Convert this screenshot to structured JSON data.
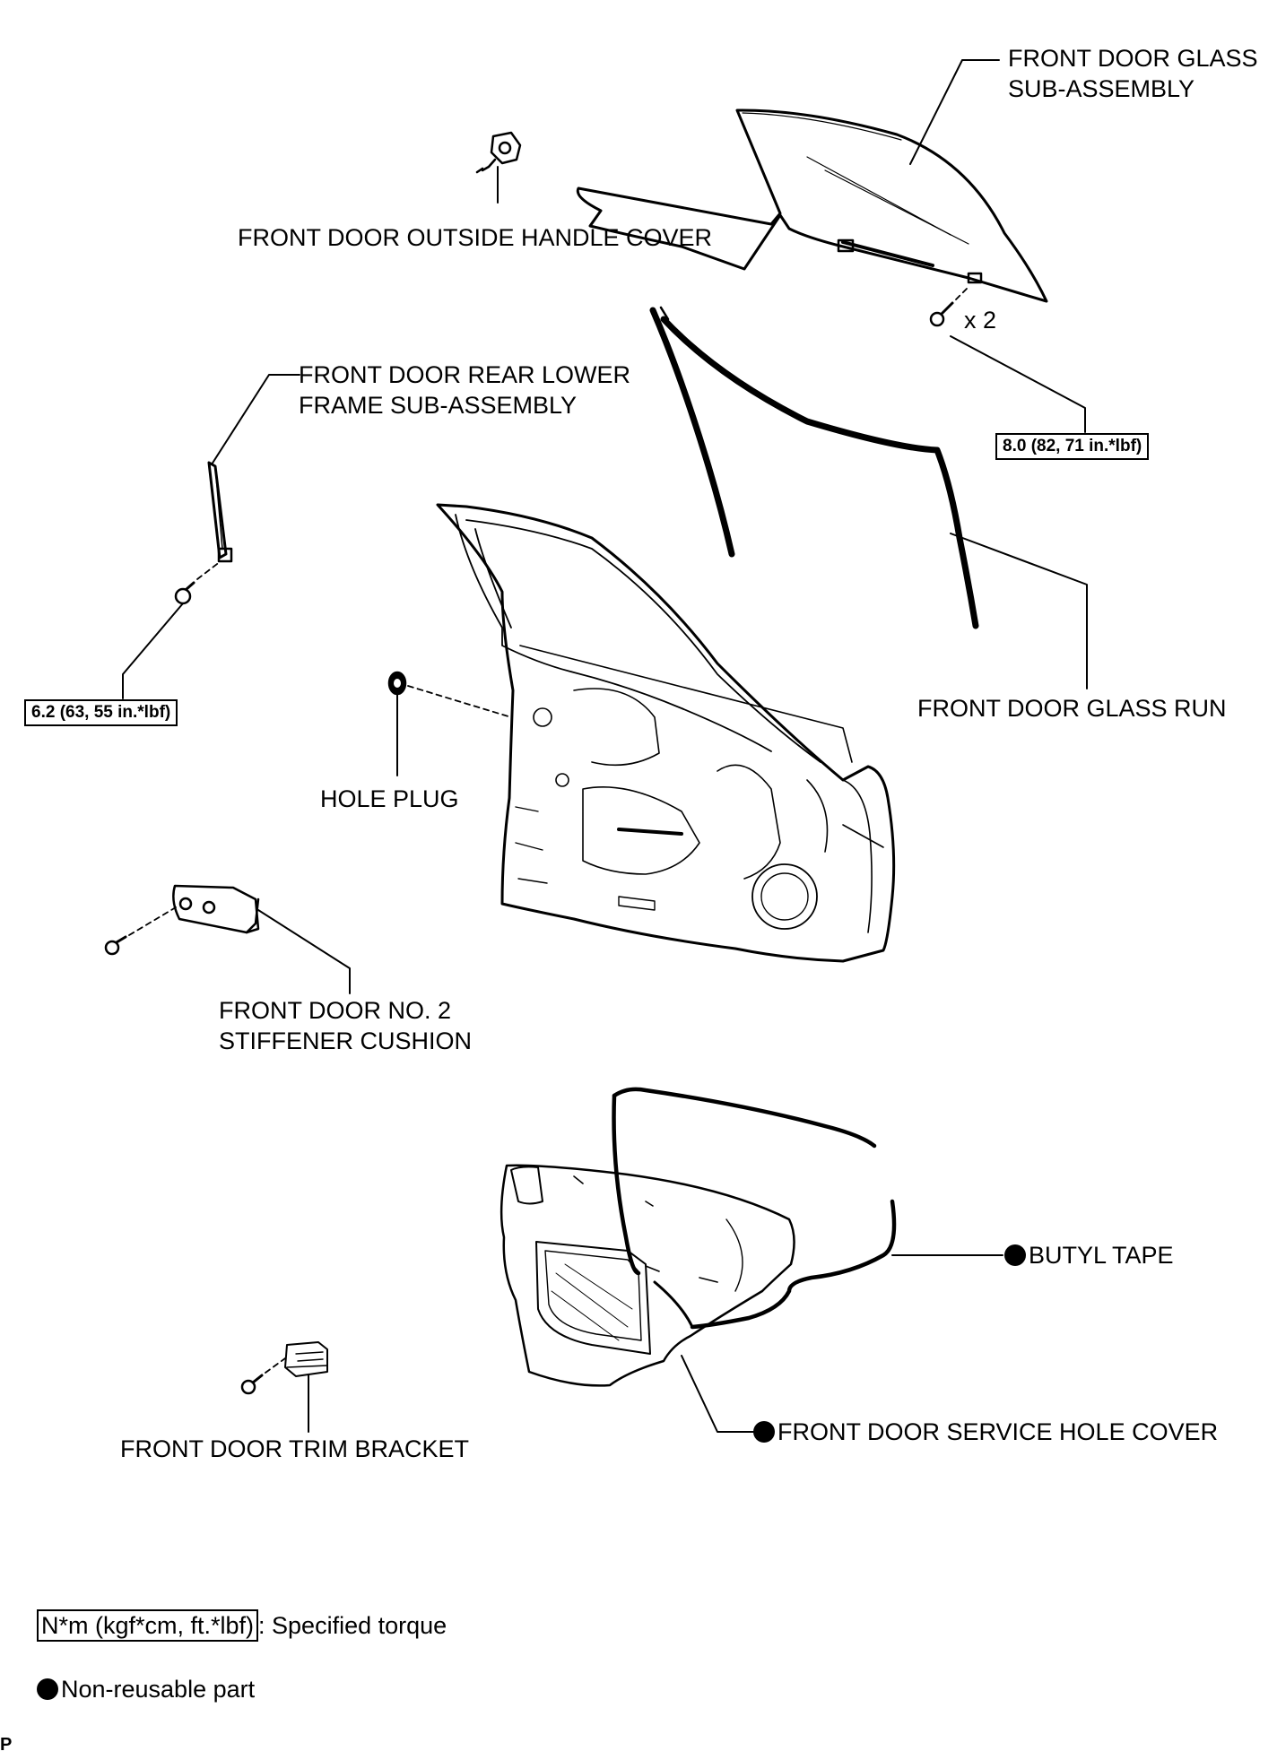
{
  "labels": {
    "front_door_glass_sub_assembly": [
      "FRONT DOOR GLASS",
      "SUB-ASSEMBLY"
    ],
    "front_door_outside_handle_cover": "FRONT DOOR OUTSIDE HANDLE COVER",
    "front_door_rear_lower_frame": [
      "FRONT DOOR REAR LOWER",
      "FRAME SUB-ASSEMBLY"
    ],
    "front_door_glass_run": "FRONT DOOR GLASS RUN",
    "hole_plug": "HOLE PLUG",
    "front_door_no2_stiffener_cushion": [
      "FRONT DOOR NO. 2",
      "STIFFENER CUSHION"
    ],
    "butyl_tape": "BUTYL TAPE",
    "front_door_service_hole_cover": "FRONT DOOR SERVICE HOLE COVER",
    "front_door_trim_bracket": "FRONT DOOR TRIM BRACKET",
    "quantity_x2": "x 2"
  },
  "torques": {
    "glass_bolt": "8.0 (82, 71 in.*lbf)",
    "frame_bolt": "6.2 (63, 55 in.*lbf)"
  },
  "legend": {
    "torque_units": "N*m (kgf*cm, ft.*lbf)",
    "torque_desc": ": Specified torque",
    "non_reusable": "Non-reusable part"
  },
  "corner_mark": "P"
}
